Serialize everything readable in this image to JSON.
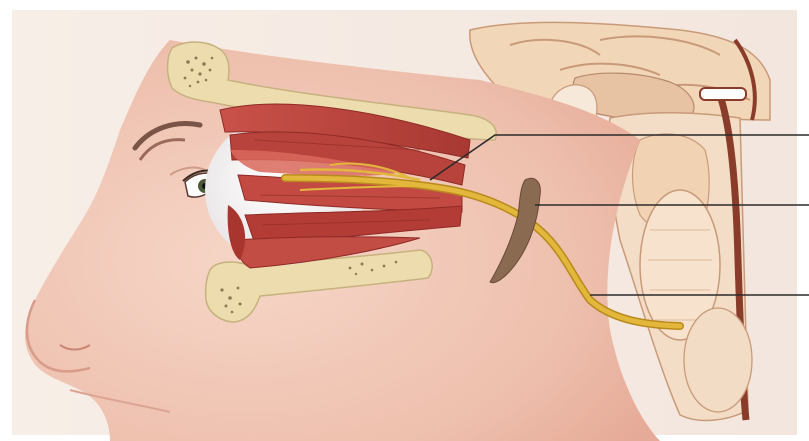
{
  "illustration": {
    "subject": "eye-orbit-nerve-cross-section-icon",
    "leader_lines": [
      {
        "name": "leader-line-upper"
      },
      {
        "name": "leader-line-middle"
      },
      {
        "name": "leader-line-lower"
      }
    ]
  },
  "colors": {
    "background": "#f6ece4",
    "skin": "#f0c9bb",
    "skin_shadow": "#dfa696",
    "bone": "#ecdcae",
    "bone_dots": "#8a7a55",
    "muscle": "#b8433c",
    "muscle_dark": "#8f2a26",
    "muscle_light": "#d9685c",
    "eyeball": "#ffffff",
    "nerve": "#e2b73b",
    "nerve_dark": "#b88a1e",
    "brain_beige": "#f1d7b8",
    "brain_line": "#c99a78",
    "cerebellum": "#f2d5bd",
    "spine": "#8a3c2a",
    "leader": "#2a2a2a"
  }
}
